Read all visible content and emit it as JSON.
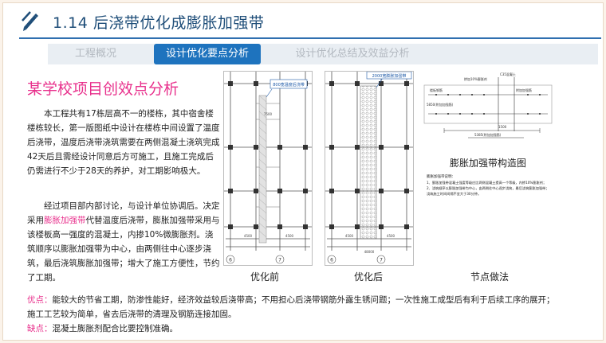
{
  "header": {
    "title": "1.14 后浇带优化成膨胀加强带",
    "accent_color": "#1e73be",
    "icon": "pencil-icon"
  },
  "tabs": [
    {
      "label": "工程概况",
      "active": false
    },
    {
      "label": "设计优化要点分析",
      "active": true
    },
    {
      "label": "设计优化总结及效益分析",
      "active": false
    }
  ],
  "section": {
    "heading": "某学校项目创效点分析",
    "para1": "本工程共有17栋层高不一的楼栋，其中宿舍楼楼栋较长，第一版图纸中设计在楼栋中间设置了温度后浇带，温度后浇带浇筑需要在两侧混凝土浇筑完成42天后且需经设计同意后方可施工，且施工完成后仍需进行不少于28天的养护，对工期影响极大。",
    "para2_pre": "经过项目部内部讨论，与设计单位协调后。决定采用",
    "para2_hl": "膨胀加强带",
    "para2_post": "代替温度后浇带，膨胀加强带采用与该楼板高一强度的混凝土，内掺10%微膨胀剂。浇筑顺序以膨胀加强带为中心，由两侧往中心逐步浇筑，最后浇筑膨胀加强带；增大了施工方便性，节约了工期。"
  },
  "drawings": {
    "before": {
      "tag": "800宽温度后浇带",
      "dims": [
        "7500",
        "4500",
        "4500"
      ],
      "axes": [
        "6",
        "7"
      ],
      "caption": "优化前"
    },
    "after": {
      "tag": "2000宽膨胀加强带",
      "dims": [
        "48000",
        "4500",
        "4500"
      ],
      "axes": [
        "6",
        "7"
      ],
      "caption": "优化后"
    },
    "detail": {
      "labels": [
        "C35混凝土",
        "掺加10%膨胀剂",
        "楼板钢筋",
        "附加加强筋",
        "5850(附加加强筋)",
        "1500",
        "5385(附加加强筋)"
      ],
      "subtitle": "膨胀加强带构造图",
      "notes_title": "膨胀加强带说明：",
      "notes": [
        "1、膨胀加强带混凝土强度等级应比两侧混凝土提高一个等级，内掺10%膨胀剂；",
        "2、浇筑顺序以膨胀加强带为中心，由两侧往中心逐步浇筑，最后浇筑膨胀加强带；",
        "   浇筑施工时间间隔不宜大于30分钟。"
      ],
      "caption": "节点做法"
    }
  },
  "pros_cons": {
    "pros_label": "优点：",
    "pros_text1": "能较大的节省工期，防渗性能好，经济效益较后浇带高；不用担心后浇带钢筋外露生锈问题；一次性施工成型后有利于后续工序的展开；",
    "pros_text2": "施工工艺较为简单，省去后浇带的清理及钢筋连接加固。",
    "cons_label": "缺点：",
    "cons_text": "混凝土膨胀剂配合比要控制准确。"
  }
}
